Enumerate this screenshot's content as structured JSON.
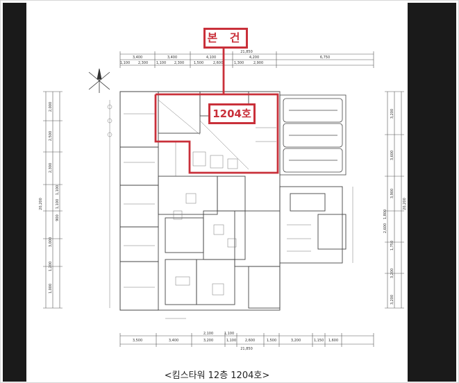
{
  "labels": {
    "main_building": "본 건",
    "unit": "1204호"
  },
  "caption": "<킴스타워 12층 1204호>",
  "top_dimensions": {
    "total": "21,850",
    "row1": [
      "3,400",
      "3,400",
      "4,100",
      "4,200",
      "6,750"
    ],
    "row2": [
      "1,100",
      "2,300",
      "1,100",
      "2,300",
      "1,500",
      "2,600",
      "1,300",
      "2,900"
    ]
  },
  "bottom_dimensions": {
    "total": "21,850",
    "row1": [
      "3,500",
      "3,400",
      "3,200",
      "1,100",
      "2,600",
      "1,500",
      "3,200",
      "1,150",
      "1,600"
    ],
    "row_mid": [
      "2,100",
      "1,100"
    ]
  },
  "left_dimensions": {
    "total": "20,200",
    "items": [
      "2,000",
      "2,500",
      "2,300",
      "1,100",
      "1,100",
      "900",
      "3,000",
      "1,200",
      "1,000"
    ]
  },
  "right_dimensions": {
    "total": "20,200",
    "items": [
      "3,200",
      "3,600",
      "3,900",
      "1,800",
      "2,600",
      "1,750",
      "3,200",
      "3,200"
    ]
  },
  "colors": {
    "highlight": "#c9303a",
    "side_bars": "#1a1a1a"
  },
  "icons": [
    "north-arrow-icon"
  ]
}
